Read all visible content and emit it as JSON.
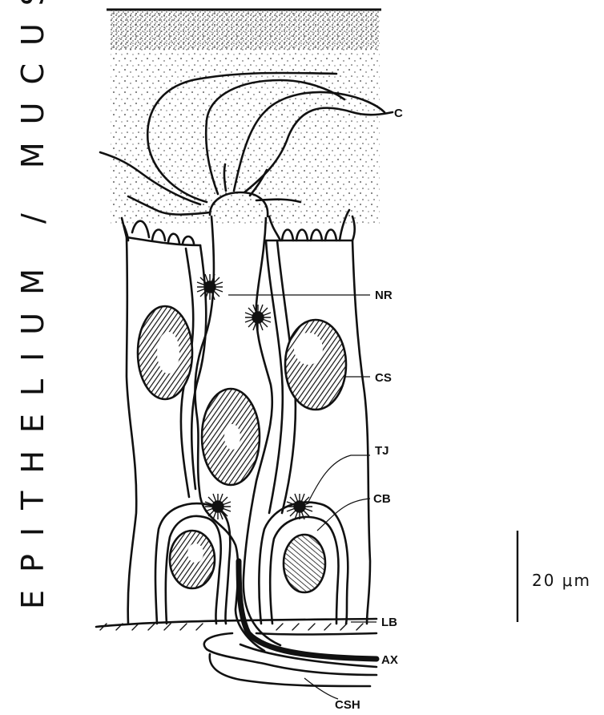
{
  "side_title": "EPITHELIUM / MUCUS",
  "labels": {
    "c": "C",
    "nr": "NR",
    "cs": "CS",
    "tj": "TJ",
    "cb": "CB",
    "lb": "LB",
    "ax": "AX",
    "csh": "CSH"
  },
  "scale_bar": {
    "label": "20 μm"
  }
}
